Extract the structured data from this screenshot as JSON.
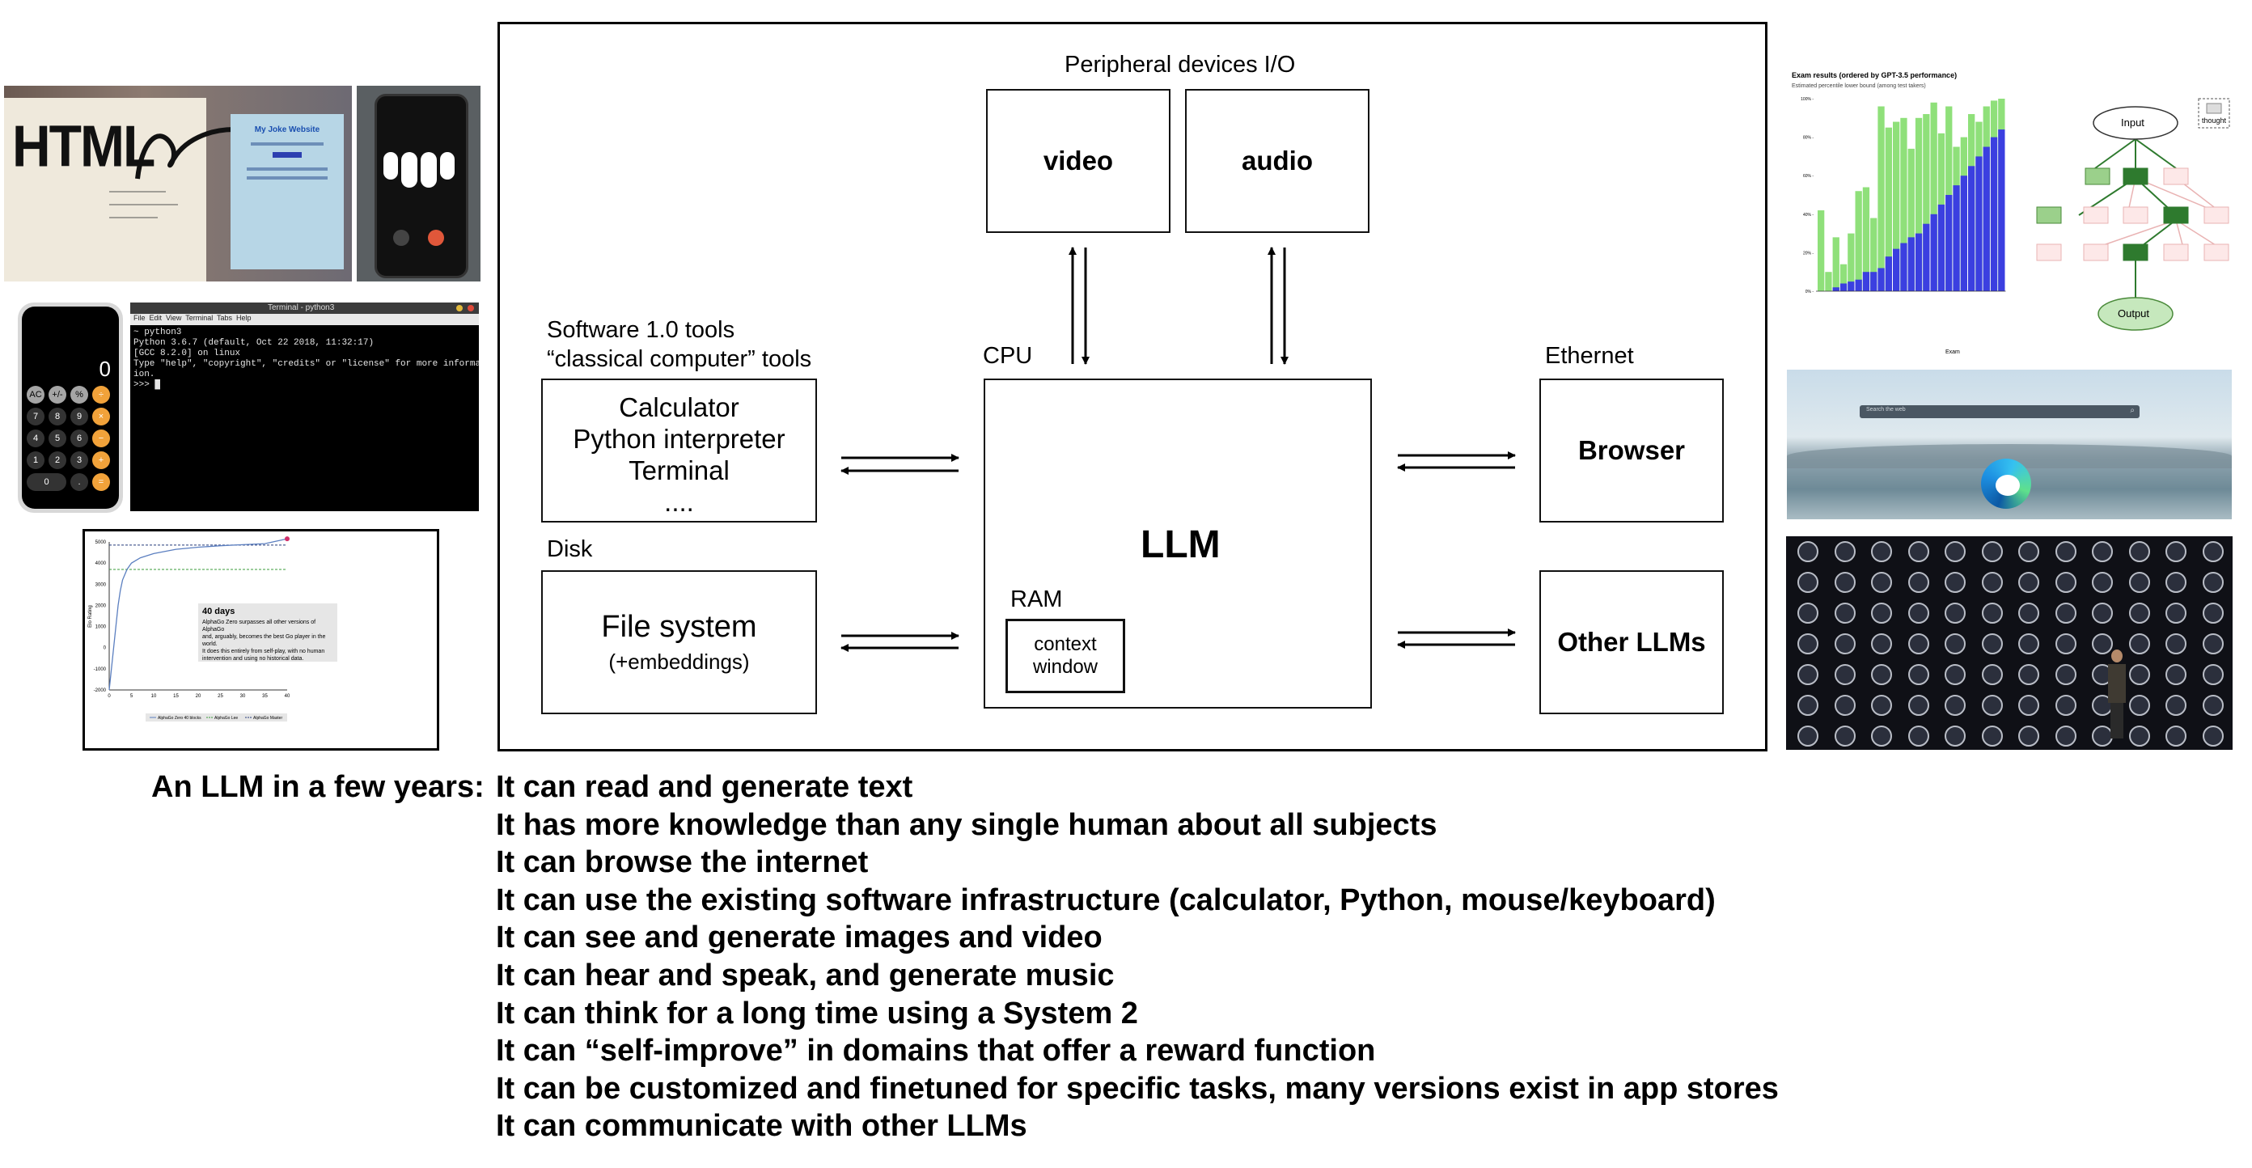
{
  "diagram": {
    "peripheral_label": "Peripheral devices I/O",
    "video_label": "video",
    "audio_label": "audio",
    "cpu_label": "CPU",
    "llm_label": "LLM",
    "ram_label": "RAM",
    "context_window_label": "context\nwindow",
    "software_header": [
      "Software 1.0 tools",
      "“classical computer” tools"
    ],
    "software_box": [
      "Calculator",
      "Python interpreter",
      "Terminal",
      "...."
    ],
    "disk_label": "Disk",
    "filesystem_title": "File system",
    "filesystem_sub": "(+embeddings)",
    "ethernet_label": "Ethernet",
    "browser_label": "Browser",
    "other_llms_label": "Other LLMs"
  },
  "caption": {
    "heading": "An LLM in a few years:",
    "items": [
      "It can read and generate text",
      "It has more knowledge than any single human about all subjects",
      "It can browse the internet",
      "It can use the existing software infrastructure (calculator, Python, mouse/keyboard)",
      "It can see and generate images and video",
      "It can hear and speak, and generate music",
      "It can think for a long time using a System 2",
      "It can “self-improve” in domains that offer a reward function",
      "It can be customized and finetuned for specific tasks, many versions exist in app stores",
      "It can communicate with other LLMs"
    ]
  },
  "thumbnails": {
    "sketch": {
      "html_text": "HTML",
      "site_title": "My Joke Website"
    },
    "terminal": {
      "title": "Terminal - python3",
      "menu": "File  Edit  View  Terminal  Tabs  Help",
      "lines": [
        "~ python3",
        "Python 3.6.7 (default, Oct 22 2018, 11:32:17)",
        "[GCC 8.2.0] on linux",
        "Type \"help\", \"copyright\", \"credits\" or \"license\" for more informat",
        "ion.",
        ">>> "
      ]
    },
    "calculator": {
      "display": "0",
      "keys": [
        "AC",
        "+/-",
        "%",
        "÷",
        "7",
        "8",
        "9",
        "×",
        "4",
        "5",
        "6",
        "−",
        "1",
        "2",
        "3",
        "+",
        "0",
        ".",
        "="
      ]
    },
    "alphago": {
      "box_title": "40 days",
      "box_text": [
        "AlphaGo Zero surpasses all other versions of AlphaGo",
        "and, arguably, becomes the best Go player in the world.",
        "It does this entirely from self-play, with no human",
        "intervention and using no historical data."
      ],
      "ylabel": "Elo Rating",
      "yticks": [
        "5000",
        "4000",
        "3000",
        "2000",
        "1000",
        "0",
        "-1000",
        "-2000"
      ],
      "xticks": [
        "0",
        "5",
        "10",
        "15",
        "20",
        "25",
        "30",
        "35",
        "40"
      ],
      "legend": [
        "AlphaGo Zero 40 blocks",
        "AlphaGo Lee",
        "AlphaGo Master"
      ],
      "colors": {
        "zero": "#5b7fc0",
        "lee": "#3a9b3a",
        "master": "#243a7a",
        "endpoint": "#d0306a"
      }
    },
    "exam": {
      "title": "Exam results (ordered by GPT-3.5 performance)",
      "subtitle": "Estimated percentile lower bound (among test takers)",
      "yticks": [
        "100% -",
        "80% -",
        "60% -",
        "40% -",
        "20% -",
        "0% -"
      ],
      "xlabel": "Exam",
      "colors": {
        "gpt4": "#8fe07a",
        "gpt35": "#3b3fe0"
      }
    },
    "tot": {
      "input": "Input",
      "output": "Output",
      "thought": "thought"
    },
    "edge": {
      "search_placeholder": "Search the web"
    }
  }
}
